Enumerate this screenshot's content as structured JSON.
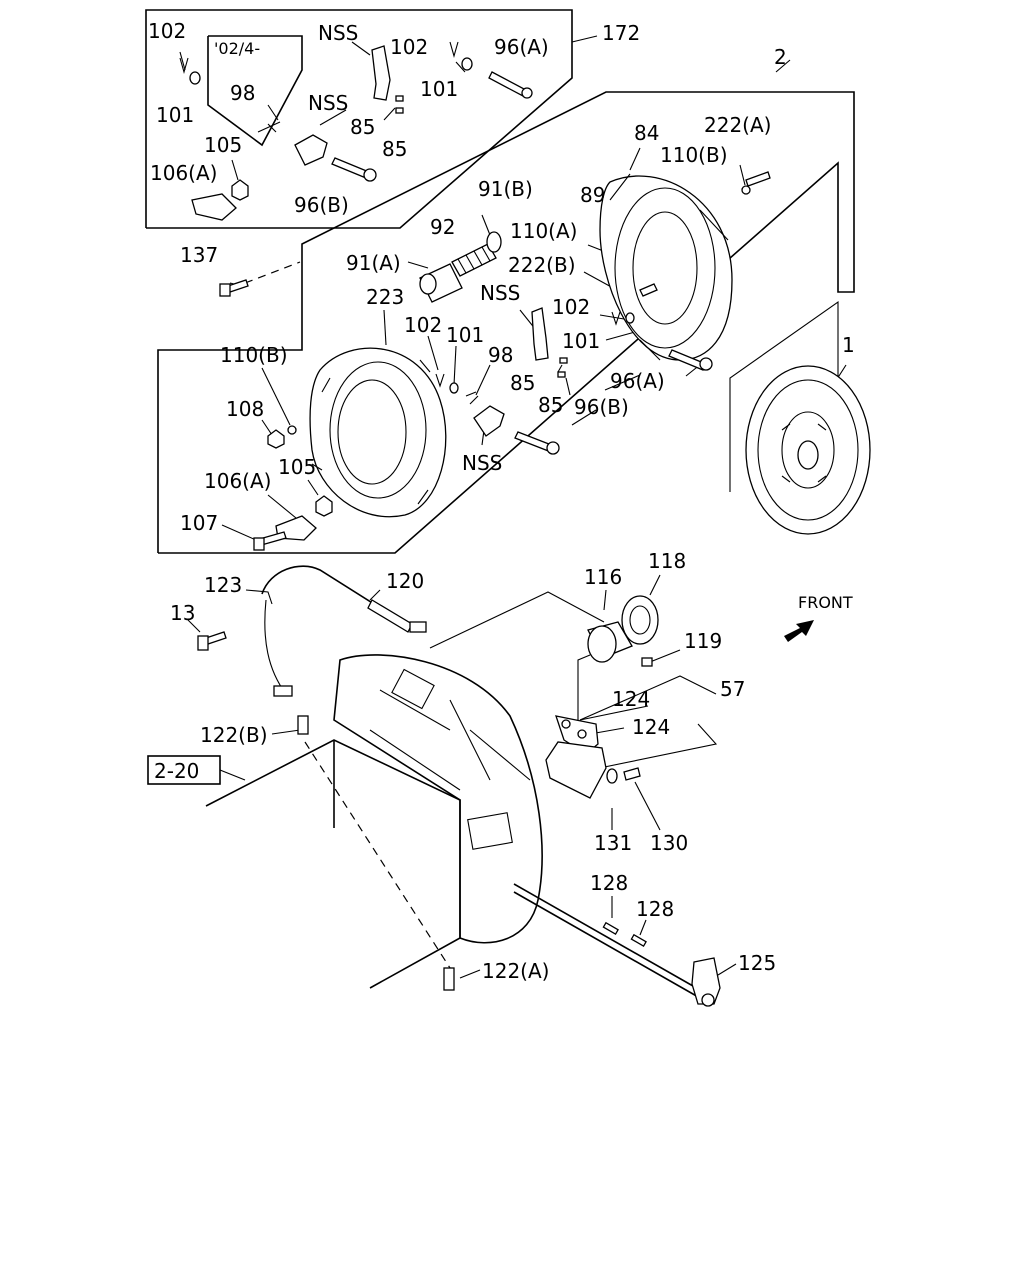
{
  "labels": {
    "l102a": "102",
    "l101a": "101",
    "l0204": "'02/4-",
    "l98a": "98",
    "lnss1": "NSS",
    "l1022": "102",
    "l1012": "101",
    "l96a1": "96(A)",
    "l172": "172",
    "lnss2": "NSS",
    "l85a": "85",
    "l85b": "85",
    "l105a": "105",
    "l106a1": "106(A)",
    "l96b1": "96(B)",
    "l2": "2",
    "l84": "84",
    "l222a": "222(A)",
    "l110b1": "110(B)",
    "l89": "89",
    "l91b": "91(B)",
    "l92": "92",
    "l110a": "110(A)",
    "l91a": "91(A)",
    "l222b": "222(B)",
    "l137": "137",
    "lnss3": "NSS",
    "l1023": "102",
    "l1013": "101",
    "l223": "223",
    "l1024": "102",
    "l1014": "101",
    "l98b": "98",
    "l110b2": "110(B)",
    "l85c": "85",
    "l85d": "85",
    "l96a2": "96(A)",
    "l96b2": "96(B)",
    "l108": "108",
    "l1": "1",
    "lnss4": "NSS",
    "l105b": "105",
    "l106a2": "106(A)",
    "l107": "107",
    "l123": "123",
    "l120": "120",
    "l116": "116",
    "l118": "118",
    "l13": "13",
    "lfront": "FRONT",
    "l119": "119",
    "l57": "57",
    "l124a": "124",
    "l124b": "124",
    "l122b": "122(B)",
    "l220": "2-20",
    "l131": "131",
    "l130": "130",
    "l128a": "128",
    "l128b": "128",
    "l125": "125",
    "l122a": "122(A)"
  }
}
